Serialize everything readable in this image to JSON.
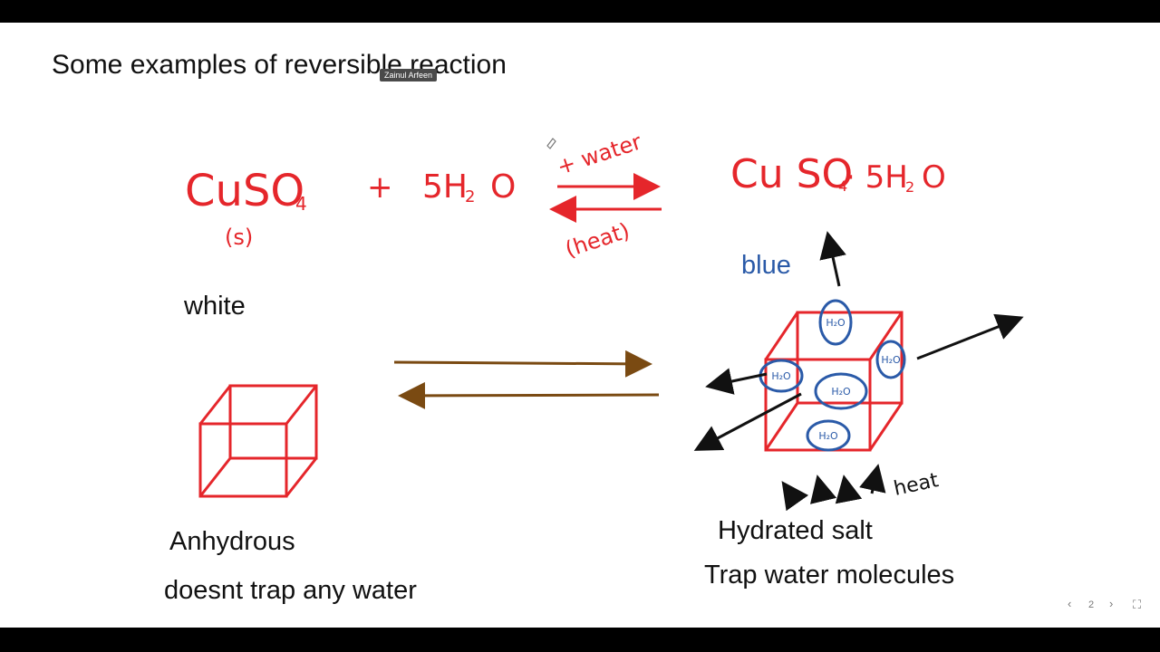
{
  "slide": {
    "title": "Some examples of reversible reaction",
    "presenter_tag": "Zainul Arfeen",
    "labels": {
      "white": "white",
      "blue": "blue",
      "anhydrous": "Anhydrous",
      "anhydrous_note": "doesnt trap any water",
      "hydrated": "Hydrated salt",
      "hydrated_note": "Trap water molecules"
    },
    "handwriting": {
      "reactant": "CuSO",
      "reactant_sub": "4",
      "state": "(s)",
      "plus": "+",
      "water": "5H",
      "water_sub": "2",
      "water_o": "O",
      "forward": "+ water",
      "backward": "(heat)",
      "product": "Cu SO",
      "product_sub": "4",
      "product_rest": "· 5H",
      "product_sub2": "2",
      "product_o": "O",
      "molecule": "H₂O",
      "heat": "heat"
    },
    "colors": {
      "ink_red": "#e5262b",
      "ink_blue": "#2a5aa8",
      "ink_brown": "#7a4a12",
      "ink_black": "#111111"
    }
  },
  "viewer": {
    "prev_icon": "chevron-left-icon",
    "page": "2",
    "next_icon": "chevron-right-icon",
    "expand_icon": "expand-icon"
  }
}
